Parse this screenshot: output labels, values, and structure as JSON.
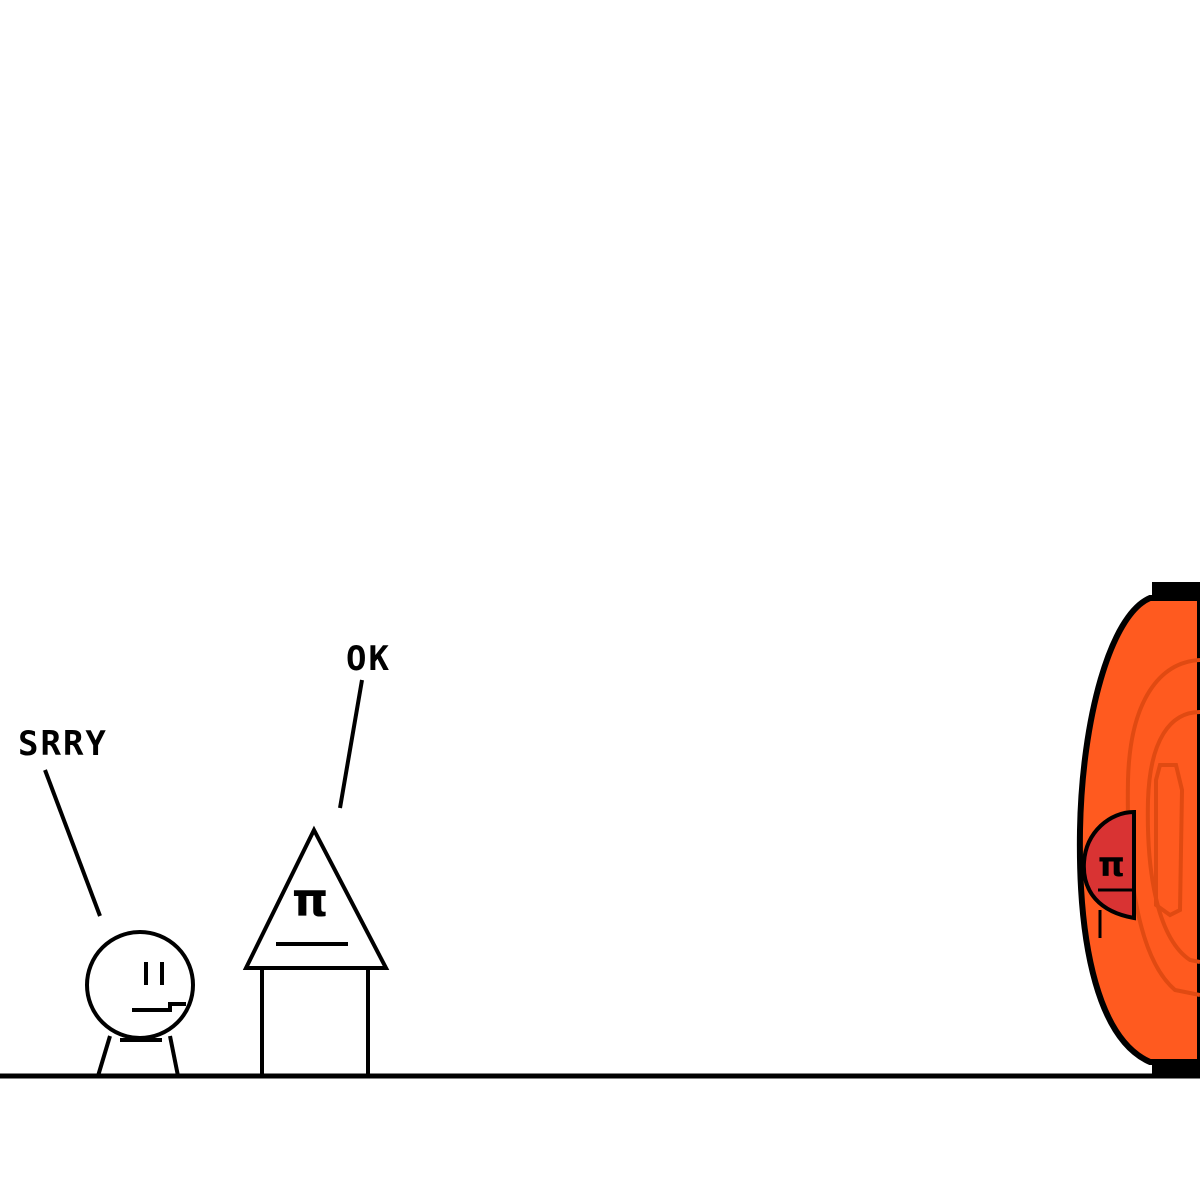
{
  "scene": {
    "background_color": "#ffffff",
    "ink_color": "#000000"
  },
  "characters": {
    "circle_character": {
      "speech": "SRRY"
    },
    "triangle_character": {
      "speech": "OK",
      "face_symbol": "π"
    },
    "small_red_character": {
      "face_symbol": "π",
      "color": "#d93333"
    }
  },
  "portal": {
    "color": "#ff5a1f",
    "swirl_color": "#e04a12",
    "edge_color": "#000000"
  }
}
